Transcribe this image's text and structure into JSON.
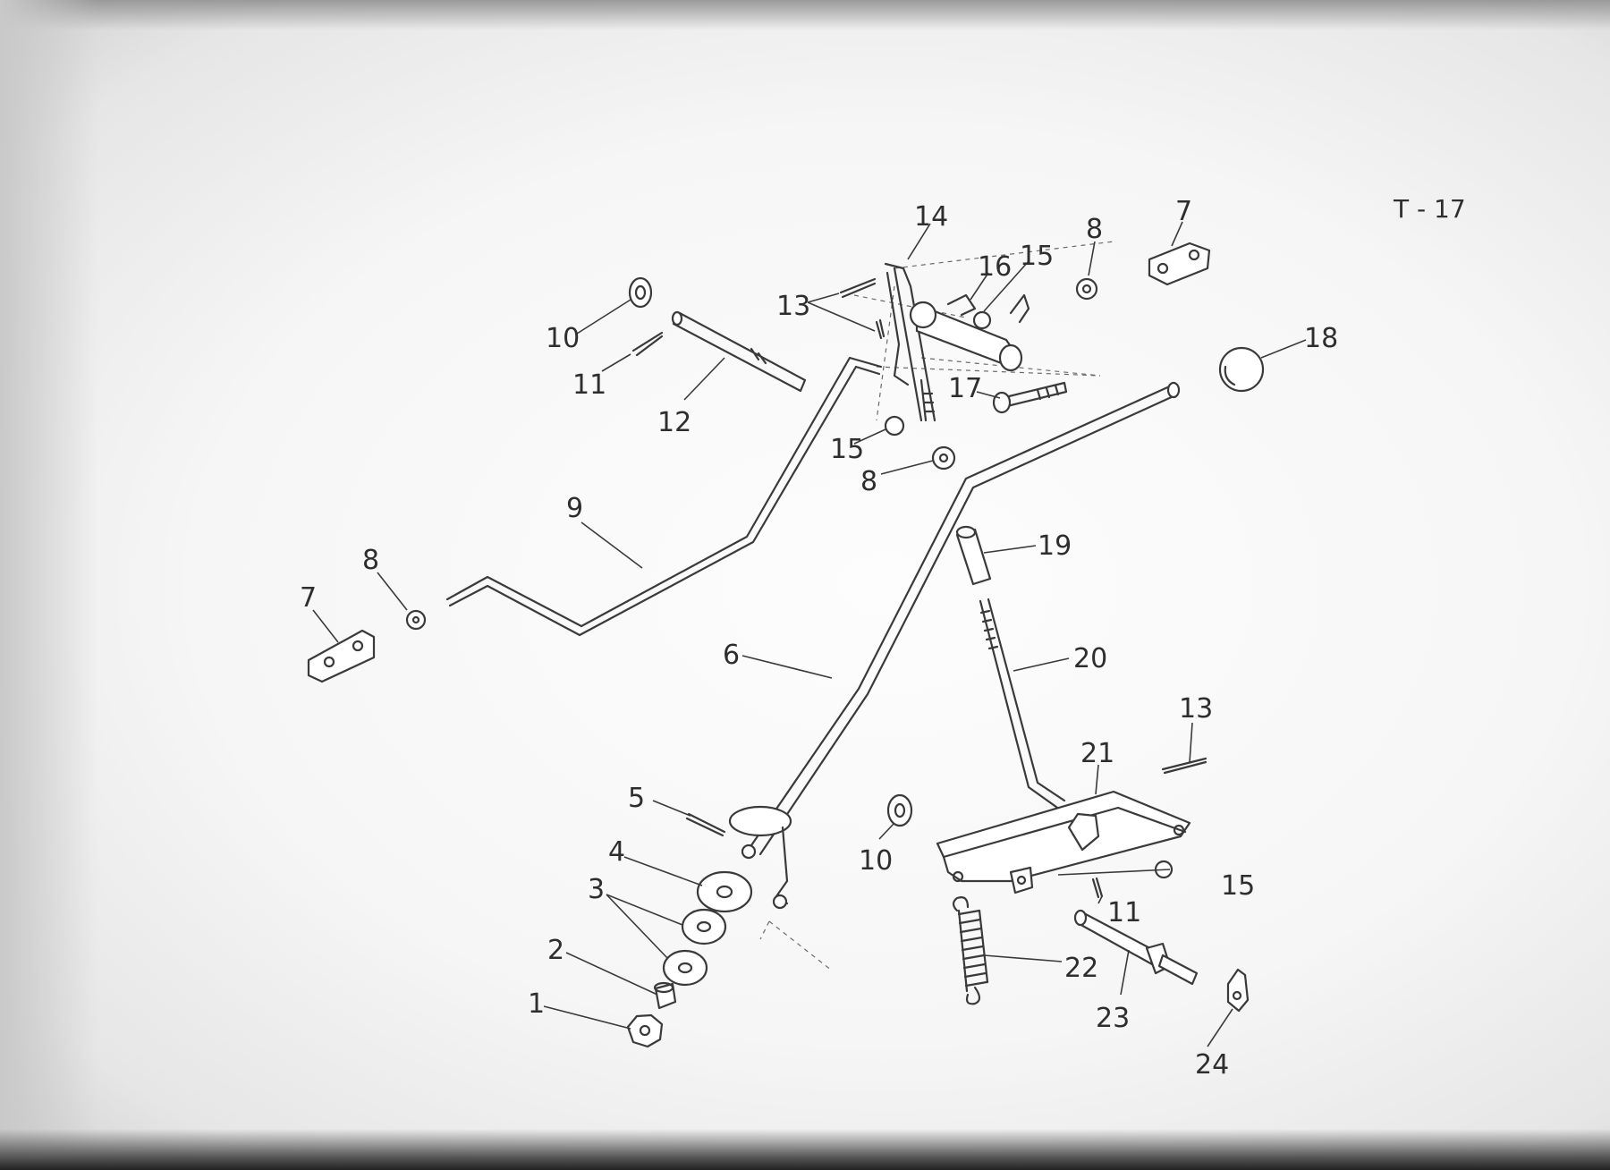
{
  "sheet_id": "T - 17",
  "callouts": {
    "c1": "1",
    "c2": "2",
    "c3": "3",
    "c4": "4",
    "c5": "5",
    "c6": "6",
    "c7a": "7",
    "c7b": "7",
    "c8a": "8",
    "c8b": "8",
    "c8c": "8",
    "c9": "9",
    "c10a": "10",
    "c10b": "10",
    "c11a": "11",
    "c11b": "11",
    "c12": "12",
    "c13a": "13",
    "c13b": "13",
    "c14": "14",
    "c15a": "15",
    "c15b": "15",
    "c15c": "15",
    "c16": "16",
    "c17": "17",
    "c18": "18",
    "c19": "19",
    "c20": "20",
    "c21": "21",
    "c22": "22",
    "c23": "23",
    "c24": "24"
  },
  "icons": {
    "diagram": "exploded-parts-drawing"
  }
}
